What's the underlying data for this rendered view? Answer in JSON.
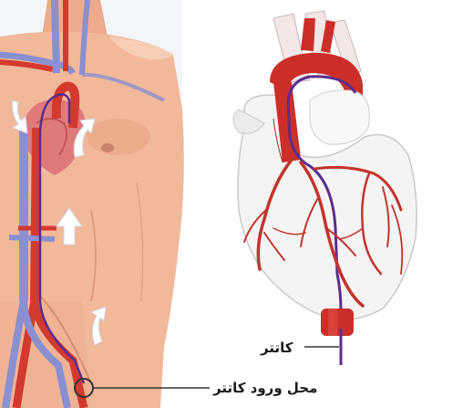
{
  "labels": {
    "catheter": "کاتتر",
    "catheter_entry_site": "محل ورود کاتتر"
  },
  "colors": {
    "background": "#ffffff",
    "skin": "#f2b89a",
    "artery": "#d23a30",
    "vein": "#8a8fd0",
    "catheter": "#5b2d8c",
    "heart_body": "#f4f4f4"
  },
  "icons": {
    "flow_arrows": "white-curved-arrow"
  }
}
